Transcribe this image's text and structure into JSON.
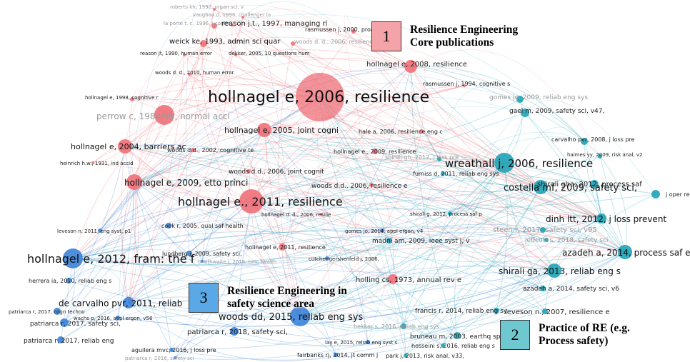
{
  "callouts": [
    {
      "number": "1",
      "line1": "Resilience Engineering",
      "line2": "Core publications",
      "color": "#f4a3a8"
    },
    {
      "number": "2",
      "line1": "Practice of RE (e.g.",
      "line2": "Process safety)",
      "color": "#6fc7cf"
    },
    {
      "number": "3",
      "line1": "Resilience Engineering in",
      "line2": "safety science area",
      "color": "#5aa9e6"
    }
  ],
  "clusters": {
    "core": {
      "color": "#ef6f78"
    },
    "practice": {
      "color": "#1fa3b5"
    },
    "safety_science": {
      "color": "#3b82d6"
    }
  },
  "nodes": [
    {
      "label": "roberts kh, 1990, organ sci, v",
      "cluster": "core"
    },
    {
      "label": "vaughan d, 1996, challenger la",
      "cluster": "core"
    },
    {
      "label": "la porte t. r., 1996, j contin",
      "cluster": "core"
    },
    {
      "label": "reason j.t., 1997, managing ri",
      "cluster": "core"
    },
    {
      "label": "rasmussen j, 2000, proact",
      "cluster": "core"
    },
    {
      "label": "weick ke, 1993, admin sci quar",
      "cluster": "core"
    },
    {
      "label": "woods d. d., 2006, resilience e",
      "cluster": "core"
    },
    {
      "label": "reason jt, 1990, human error",
      "cluster": "core"
    },
    {
      "label": "dekker, 2005, 10 questions hum",
      "cluster": "core"
    },
    {
      "label": "hollnagel e, 2008, resilience",
      "cluster": "core"
    },
    {
      "label": "woods d. d., 2010, human error",
      "cluster": "core"
    },
    {
      "label": "rasmussen j, 1994, cognitive s",
      "cluster": "core"
    },
    {
      "label": "hollnagel e, 1998, cognitive r",
      "cluster": "core"
    },
    {
      "label": "hollnagel e, 2006, resilience",
      "cluster": "core"
    },
    {
      "label": "perrow c, 1984/99, normal acci",
      "cluster": "core"
    },
    {
      "label": "gomes jo, 2009, reliab eng sys",
      "cluster": "practice"
    },
    {
      "label": "gael m, 2009, safety sci, v47,",
      "cluster": "practice"
    },
    {
      "label": "hollnagel e, 2005, joint cogni",
      "cluster": "core"
    },
    {
      "label": "hale a, 2006, resilience eng c",
      "cluster": "core"
    },
    {
      "label": "carvalho pvr, 2008, j loss pre",
      "cluster": "practice"
    },
    {
      "label": "hollnagel e, 2004, barriers ac",
      "cluster": "core"
    },
    {
      "label": "haimes yy, 2009, risk anal, v2",
      "cluster": "practice"
    },
    {
      "label": "woods d.d., 2002, cognitive te",
      "cluster": "core"
    },
    {
      "label": "hollnagel e., 2009, resilience",
      "cluster": "core"
    },
    {
      "label": "shirali gh, 2012, j loss pre",
      "cluster": "practice"
    },
    {
      "label": "heinrich h.w., 1931, ind accid",
      "cluster": "core"
    },
    {
      "label": "wreathall j, 2006, resilience",
      "cluster": "practice"
    },
    {
      "label": "woods d.d., 2006, joint cognit",
      "cluster": "core"
    },
    {
      "label": "furniss d, 2011, reliab eng sys",
      "cluster": "practice"
    },
    {
      "label": "hollnagel e, 2009, etto princi",
      "cluster": "core"
    },
    {
      "label": "woods d.d., 2006, resilience e",
      "cluster": "core"
    },
    {
      "label": "costella mf, 2009, safety sci,",
      "cluster": "practice"
    },
    {
      "label": "j oper re",
      "cluster": "practice"
    },
    {
      "label": "hollnagel e., 2011, resilience",
      "cluster": "core"
    },
    {
      "label": "shirali gha, 2012, process saf",
      "cluster": "practice"
    },
    {
      "label": "hollnagel d. d., 2006, resilie",
      "cluster": "core"
    },
    {
      "label": "shirali g, 2012, process saf p",
      "cluster": "practice"
    },
    {
      "label": "leveson n, 2011, eng syst, p1",
      "cluster": "safety_science"
    },
    {
      "label": "dinh ltt, 2012, j loss prevent",
      "cluster": "practice"
    },
    {
      "label": "steen r, 2017, safety sci, v95",
      "cluster": "practice"
    },
    {
      "label": "jeffcott s, 2018, safety sci",
      "cluster": "practice"
    },
    {
      "label": "cook r, 2005, qual saf health",
      "cluster": "safety_science"
    },
    {
      "label": "gomes jo, 2014, appl ergon, v4",
      "cluster": "safety_science"
    },
    {
      "label": "madni am, 2009, ieee syst j, v",
      "cluster": "practice"
    },
    {
      "label": "hollnagel e, 2011, resilience",
      "cluster": "core"
    },
    {
      "label": "azadeh a, 2014, process saf en",
      "cluster": "practice"
    },
    {
      "label": "hollnagel e, 2012, fram: the f",
      "cluster": "safety_science"
    },
    {
      "label": "lundberg j, 2009, safety sci,",
      "cluster": "safety_science"
    },
    {
      "label": "cutcher-gershenfeld j, 2006,",
      "cluster": "safety_science"
    },
    {
      "label": "braithwaite j, 2015, bmc health",
      "cluster": "safety_science"
    },
    {
      "label": "holling cs, 1973, annual rev e",
      "cluster": "core"
    },
    {
      "label": "shirali ga, 2013, reliab eng s",
      "cluster": "practice"
    },
    {
      "label": "herrera ia, 2010, reliab eng s",
      "cluster": "safety_science"
    },
    {
      "label": "azadeh a, 2014, safety sci, v6",
      "cluster": "practice"
    },
    {
      "label": "de carvalho pvr, 2011, reliab",
      "cluster": "safety_science"
    },
    {
      "label": "patriarca r, 2017, cogn techno",
      "cluster": "safety_science"
    },
    {
      "label": "woods dd, 2015, reliab eng sys",
      "cluster": "safety_science"
    },
    {
      "label": "francis r, 2014, reliab eng sy",
      "cluster": "practice"
    },
    {
      "label": "leveson n., 2007, resilience e",
      "cluster": "practice"
    },
    {
      "label": "patriarca r, 2017, safety sci,",
      "cluster": "safety_science"
    },
    {
      "label": "wachs p, 2016, appl ergon, v56",
      "cluster": "safety_science"
    },
    {
      "label": "patriarca r, 2018, safety sci,",
      "cluster": "safety_science"
    },
    {
      "label": "bekker s, 2016, reliab eng sys",
      "cluster": "practice"
    },
    {
      "label": "bruneau m, 2003, earthq spectr",
      "cluster": "practice"
    },
    {
      "label": "patriarca r, 2017, reliab eng",
      "cluster": "safety_science"
    },
    {
      "label": "lay e, 2015, reliab eng syst s",
      "cluster": "safety_science"
    },
    {
      "label": "hosseini s, 2016, reliab eng s",
      "cluster": "practice"
    },
    {
      "label": "aguilera mvc, 2016, j loss pre",
      "cluster": "safety_science"
    },
    {
      "label": "fairbanks rj, 2014, jt comm j",
      "cluster": "safety_science"
    },
    {
      "label": "park j, 2013, risk anal, v33,",
      "cluster": "practice"
    },
    {
      "label": "patriarca r, 2016, safety sci",
      "cluster": "safety_science"
    }
  ]
}
